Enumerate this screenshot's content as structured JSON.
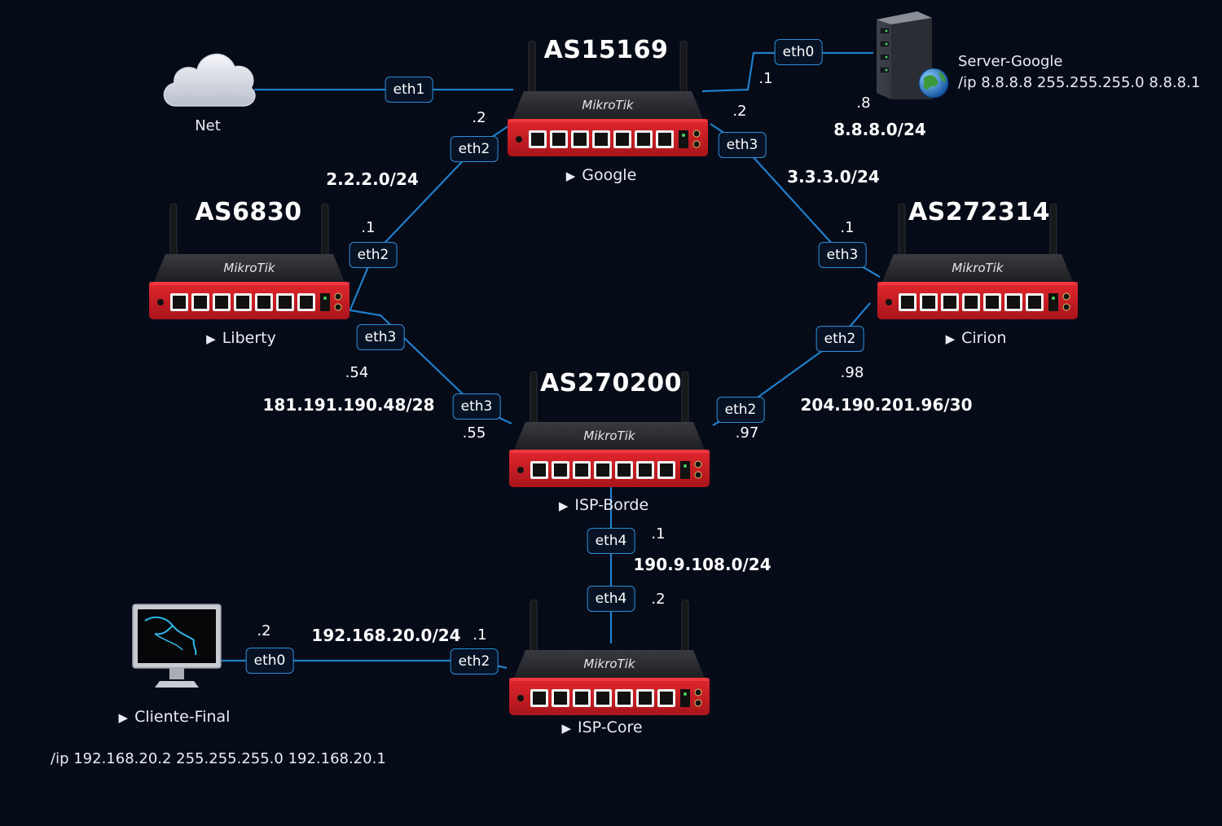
{
  "routers": [
    {
      "id": "google",
      "asn": "AS15169",
      "name": "Google"
    },
    {
      "id": "liberty",
      "asn": "AS6830",
      "name": "Liberty"
    },
    {
      "id": "cirion",
      "asn": "AS272314",
      "name": "Cirion"
    },
    {
      "id": "borde",
      "asn": "AS270200",
      "name": "ISP-Borde"
    },
    {
      "id": "core",
      "asn": "",
      "name": "ISP-Core"
    }
  ],
  "brand": "MikroTik",
  "net": {
    "label": "Net"
  },
  "server": {
    "name": "Server-Google",
    "config": "/ip 8.8.8.8 255.255.255.0 8.8.8.1"
  },
  "client": {
    "name": "Cliente-Final",
    "config": "/ip 192.168.20.2  255.255.255.0  192.168.20.1"
  },
  "ports": {
    "google_eth1": "eth1",
    "google_eth2": "eth2",
    "google_eth3": "eth3",
    "server_eth0": "eth0",
    "liberty_eth2": "eth2",
    "liberty_eth3": "eth3",
    "cirion_eth3": "eth3",
    "cirion_eth2": "eth2",
    "borde_eth3": "eth3",
    "borde_eth2": "eth2",
    "borde_eth4": "eth4",
    "core_eth4": "eth4",
    "core_eth2": "eth2",
    "client_eth0": "eth0"
  },
  "subnets": {
    "google_server": "8.8.8.0/24",
    "google_liberty": "2.2.2.0/24",
    "google_cirion": "3.3.3.0/24",
    "liberty_borde": "181.191.190.48/28",
    "cirion_borde": "204.190.201.96/30",
    "borde_core": "190.9.108.0/24",
    "core_client": "192.168.20.0/24"
  },
  "hosts": {
    "google_srv": ".1",
    "server": ".8",
    "google_lib": ".2",
    "liberty_goo": ".1",
    "google_cir": ".2",
    "cirion_goo": ".1",
    "liberty_bor": ".54",
    "borde_lib": ".55",
    "cirion_bor": ".98",
    "borde_cir": ".97",
    "borde_core": ".1",
    "core_borde": ".2",
    "client": ".2",
    "core_client": ".1"
  },
  "colors": {
    "background": "#060b18",
    "link": "#1f7fc9",
    "router_body": "#d92128",
    "router_top": "#2a2b30"
  }
}
